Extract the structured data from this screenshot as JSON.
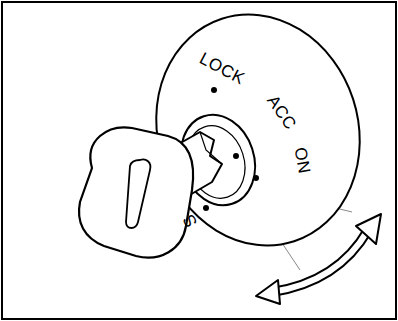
{
  "diagram": {
    "labels": [
      "LOCK",
      "ACC",
      "ON",
      "S"
    ]
  }
}
